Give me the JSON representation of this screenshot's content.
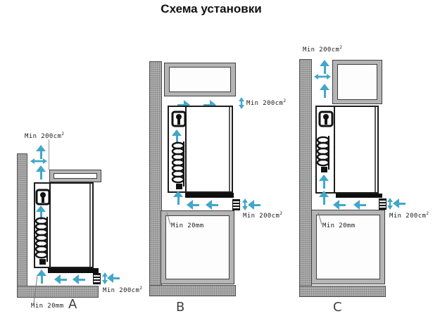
{
  "title": "Схема установки",
  "labels": {
    "min_area": "Min 200cm",
    "min_area_sup": "2",
    "min_gap": "Min 20mm"
  },
  "diagrams": [
    {
      "letter": "A",
      "type": "under-worktop installation"
    },
    {
      "letter": "B",
      "type": "built-in column installation"
    },
    {
      "letter": "C",
      "type": "built-in column installation, top cabinet beside wall"
    }
  ],
  "icons": {
    "compressor": "compressor-icon",
    "condenser_coil": "condenser-coil-icon",
    "vent_grille": "vent-grille-icon",
    "airflow_up": "airflow-up-arrow-icon",
    "airflow_left": "airflow-left-arrow-icon",
    "airflow_right": "airflow-right-arrow-icon",
    "clearance_double_arrow": "clearance-double-arrow-icon"
  },
  "colors": {
    "arrow": "#41a7c9",
    "wall_gray": "#aeaeae",
    "cabinet_gray": "#b5b5b5",
    "ink": "#1b1b1b"
  }
}
